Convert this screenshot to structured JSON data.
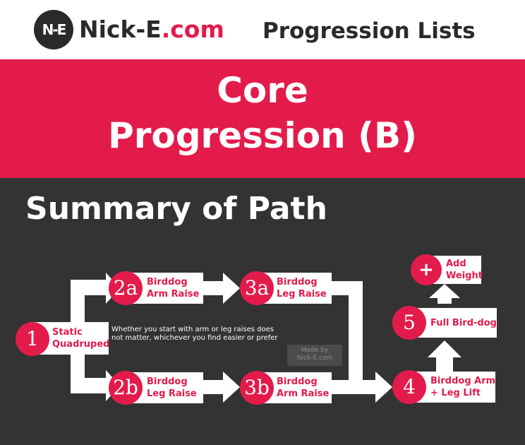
{
  "header": {
    "logo": "N-E",
    "site_name": "Nick-E",
    "site_tld": ".com",
    "subtitle": "Progression Lists"
  },
  "banner": {
    "line1": "Core",
    "line2": "Progression (B)"
  },
  "section_title": "Summary of Path",
  "steps": {
    "s1": {
      "badge": "1",
      "line1": "Static",
      "line2": "Quadruped"
    },
    "s2a": {
      "badge": "2a",
      "line1": "Birddog",
      "line2": "Arm Raise"
    },
    "s3a": {
      "badge": "3a",
      "line1": "Birddog",
      "line2": "Leg Raise"
    },
    "s2b": {
      "badge": "2b",
      "line1": "Birddog",
      "line2": "Leg Raise"
    },
    "s3b": {
      "badge": "3b",
      "line1": "Birddog",
      "line2": "Arm Raise"
    },
    "s4": {
      "badge": "4",
      "line1": "Birddog Arm",
      "line2": "+ Leg Lift"
    },
    "s5": {
      "badge": "5",
      "line1": "Full Bird-dog"
    },
    "plus": {
      "badge": "+",
      "line1": "Add",
      "line2": "Weight"
    }
  },
  "note": "Whether you start with arm or leg raises does not matter, whichever you find easier or prefer",
  "watermark": {
    "line1": "Made by",
    "line2": "Nick-E.com"
  },
  "colors": {
    "accent": "#e31b4b",
    "dark": "#333333",
    "white": "#ffffff"
  }
}
